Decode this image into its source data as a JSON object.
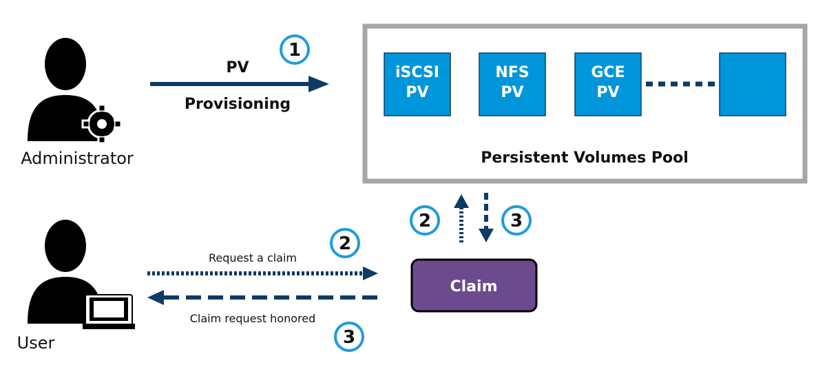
{
  "colors": {
    "navy": "#0d3b66",
    "pv_blue": "#0096db",
    "pool_border": "#a6a6a6",
    "claim_purple": "#6b4a8e",
    "badge_ring": "#1e9be0"
  },
  "icons": {
    "administrator": "person-gear-icon",
    "user": "person-laptop-icon"
  },
  "actors": {
    "administrator": "Administrator",
    "user": "User"
  },
  "provisioning": {
    "step": "1",
    "label_top": "PV",
    "label_bottom": "Provisioning"
  },
  "pool": {
    "title": "Persistent Volumes Pool",
    "volumes": [
      {
        "line1": "iSCSI",
        "line2": "PV"
      },
      {
        "line1": "NFS",
        "line2": "PV"
      },
      {
        "line1": "GCE",
        "line2": "PV"
      },
      {
        "line1": "",
        "line2": ""
      }
    ]
  },
  "claim": {
    "label": "Claim",
    "request_label": "Request a claim",
    "honored_label": "Claim request honored",
    "step_request": "2",
    "step_honored": "3",
    "step_up": "2",
    "step_down": "3"
  }
}
